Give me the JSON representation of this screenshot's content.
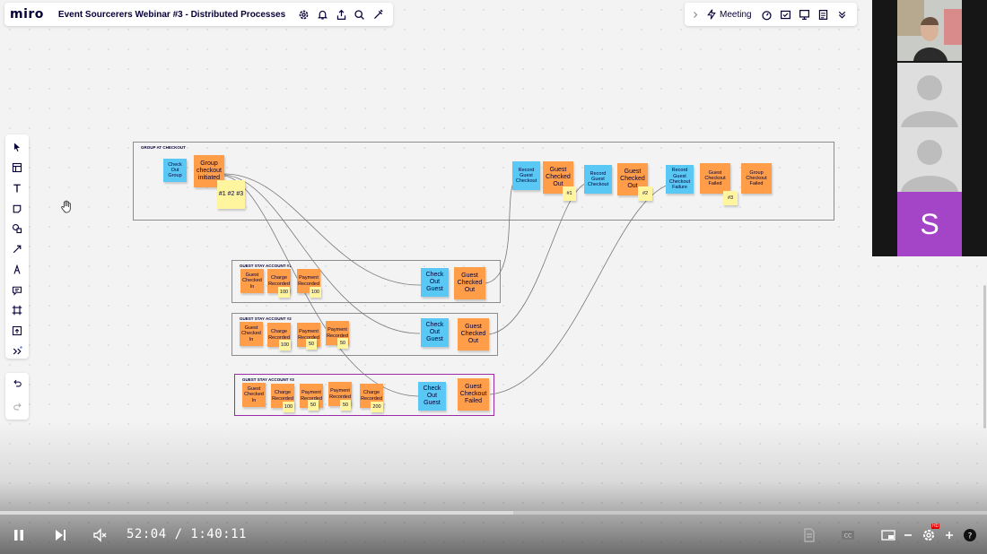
{
  "app": {
    "logo": "miro",
    "board_title": "Event Sourcerers Webinar #3 - Distributed Processes",
    "meeting_label": "Meeting"
  },
  "colors": {
    "sticky_orange": "#ff9d48",
    "sticky_blue": "#5ac8f5",
    "sticky_yellow": "#fff59e",
    "frame_border": "#8c8c8c",
    "highlight_frame": "#9b2ba8",
    "avatar_s": "#a445c7"
  },
  "toolbar_icons": [
    "select-icon",
    "table-icon",
    "text-icon",
    "sticky-note-icon",
    "shapes-icon",
    "arrow-icon",
    "pen-icon",
    "comment-icon",
    "frame-icon",
    "upload-icon",
    "more-tools-icon"
  ],
  "frames": {
    "group": {
      "title": "Group at checkout"
    },
    "account1": {
      "title": "Guest stay account #1"
    },
    "account2": {
      "title": "Guest stay account #2"
    },
    "account3": {
      "title": "Guest stay account #3"
    }
  },
  "stickies": {
    "g_check_out_group": "Check Out Group",
    "g_checkout_initiated": "Group checkout initiated",
    "g_list": "#1 #2 #3",
    "g_record1": "Record Guest Checkout",
    "g_guest_checked_out1": "Guest Checked Out",
    "g_tag1": "#1",
    "g_record2": "Record Guest Checkout",
    "g_guest_checked_out2": "Guest Checked Out",
    "g_tag2": "#2",
    "g_record_failure": "Record Guest Checkout Failure",
    "g_guest_checkout_failed": "Guest Checkout Failed",
    "g_tag3": "#3",
    "g_group_checkout_failed": "Group Checkout Failed",
    "a1_checked_in": "Guest Checked In",
    "a1_charge": "Charge Recorded",
    "a1_charge_amt": "100",
    "a1_payment": "Payment Recorded",
    "a1_payment_amt": "100",
    "a1_check_out": "Check Out Guest",
    "a1_checked_out": "Guest Checked Out",
    "a2_checked_in": "Guest Checked In",
    "a2_charge": "Charge Recorded",
    "a2_charge_amt": "100",
    "a2_payment1": "Payment Recorded",
    "a2_payment1_amt": "50",
    "a2_payment2": "Payment Recorded",
    "a2_payment2_amt": "50",
    "a2_check_out": "Check Out Guest",
    "a2_checked_out": "Guest Checked Out",
    "a3_checked_in": "Guest Checked In",
    "a3_charge1": "Charge Recorded",
    "a3_charge1_amt": "100",
    "a3_payment1": "Payment Recorded",
    "a3_payment1_amt": "50",
    "a3_payment2": "Payment Recorded",
    "a3_payment2_amt": "50",
    "a3_charge2": "Charge Recorded",
    "a3_charge2_amt": "200",
    "a3_check_out": "Check Out Guest",
    "a3_checkout_failed": "Guest Checkout Failed"
  },
  "participants": {
    "third_initial": "S"
  },
  "player": {
    "current_time": "52:04",
    "duration": "1:40:11",
    "time_display": "52:04 / 1:40:11",
    "progress_fraction": 0.52,
    "quality_badge": "HD"
  }
}
